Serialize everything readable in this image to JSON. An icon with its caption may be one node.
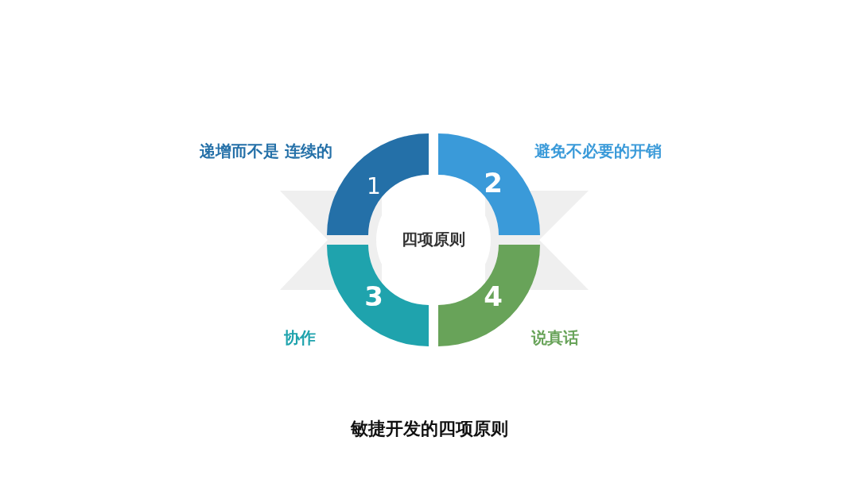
{
  "diagram": {
    "caption": "敏捷开发的四项原则",
    "nodes": [
      {
        "text": [
          "四项原则"
        ]
      },
      {
        "text": [
          "1"
        ],
        "beside": [
          "递增而不是 连续的"
        ]
      },
      {
        "text": [
          "2"
        ],
        "beside": [
          "避免不必要的开销"
        ]
      },
      {
        "text": [
          "3"
        ],
        "beside": [
          "协作"
        ]
      },
      {
        "text": [
          "4"
        ],
        "beside": [
          "说真话"
        ]
      }
    ]
  }
}
